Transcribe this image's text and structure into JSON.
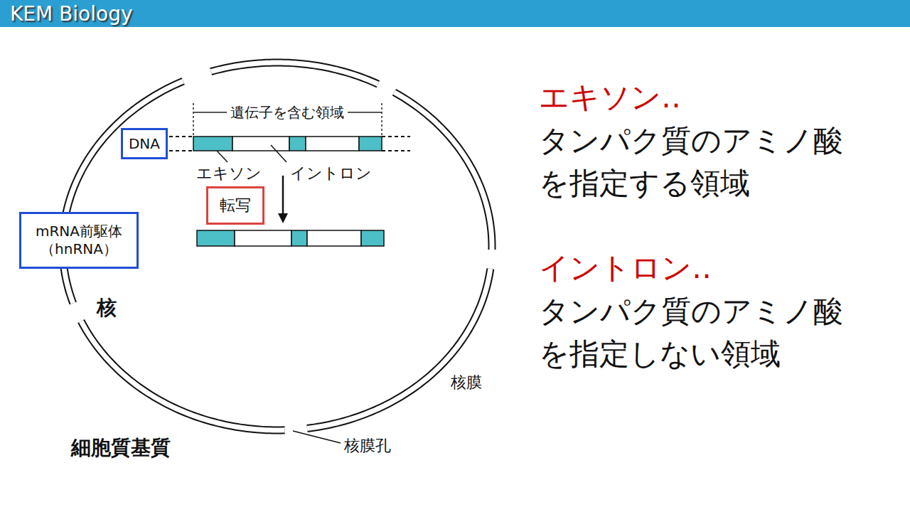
{
  "diagram": {
    "nodes": [
      {
        "text": [
          "核"
        ]
      },
      {
        "text": [
          "DNA"
        ]
      },
      {
        "text": [
          "mRNA前駆体 （hnRNA）"
        ]
      },
      {
        "text": [
          "転写"
        ],
        "in": 0
      }
    ],
    "labels": [
      "KEM Biology",
      "遺伝子を含む領域",
      "エキソン",
      "イントロン",
      "核膜",
      "細胞質基質",
      "核膜孔",
      "エキソン‥",
      "タンパク質のアミノ酸を指定する領域",
      "イントロン‥",
      "タンパク質のアミノ酸を指定しない領域"
    ]
  }
}
